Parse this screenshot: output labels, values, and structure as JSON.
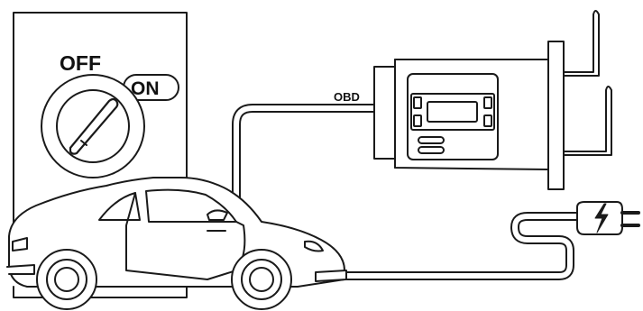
{
  "ignition": {
    "off_label": "OFF",
    "on_label": "ON",
    "icon": "ignition-key-icon"
  },
  "scanner": {
    "port_label": "OBD",
    "icon": "diagnostic-scanner-icon"
  },
  "vehicle": {
    "icon": "car-icon"
  },
  "power": {
    "icon": "power-plug-icon",
    "symbol": "lightning-bolt-icon"
  },
  "colors": {
    "stroke": "#1a1a1a",
    "fill": "#ffffff",
    "cable_fill": "#ffffff"
  }
}
